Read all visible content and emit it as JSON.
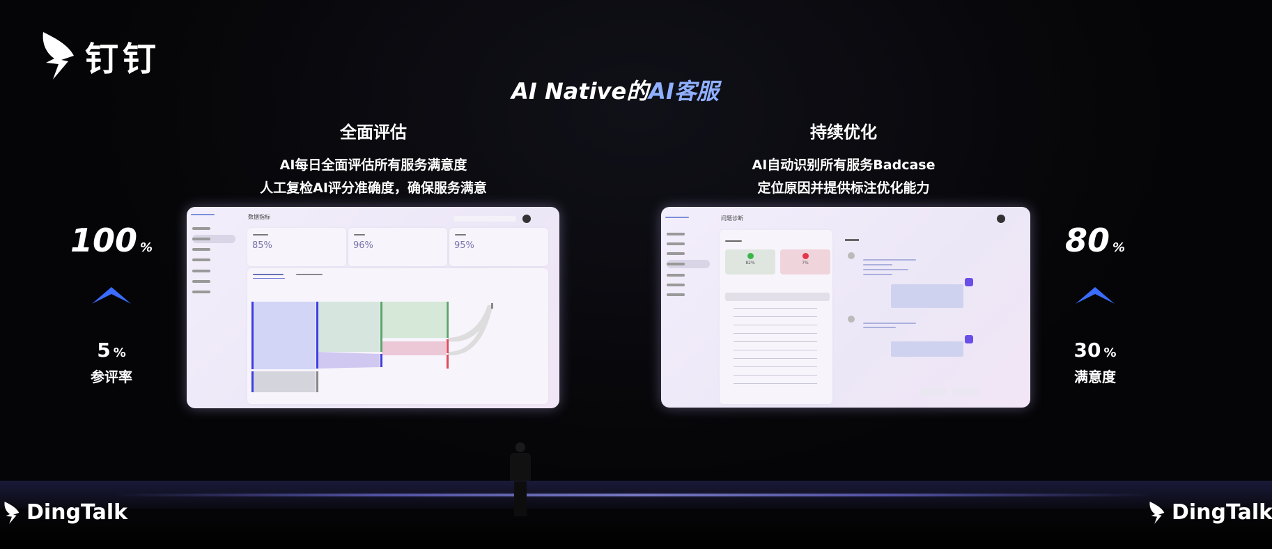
{
  "brand": {
    "logo_text": "钉钉",
    "footer_logo": "DingTalk"
  },
  "title": {
    "part1": "AI Native的",
    "part2": "AI客服"
  },
  "left_section": {
    "heading": "全面评估",
    "lines": [
      "AI每日全面评估所有服务满意度",
      "人工复检AI评分准确度，确保服务满意"
    ]
  },
  "right_section": {
    "heading": "持续优化",
    "lines": [
      "AI自动识别所有服务Badcase",
      "定位原因并提供标注优化能力"
    ]
  },
  "left_stats": {
    "from_value": "5",
    "to_value": "100",
    "unit": "%",
    "label": "参评率",
    "arrow_icon": "chevron-up-icon"
  },
  "right_stats": {
    "from_value": "30",
    "to_value": "80",
    "unit": "%",
    "label": "满意度",
    "arrow_icon": "chevron-up-icon"
  },
  "left_screen": {
    "page_title": "数据指标",
    "metrics": [
      {
        "value": "85%"
      },
      {
        "value": "96%"
      },
      {
        "value": "95%"
      }
    ]
  },
  "right_screen": {
    "page_title": "问题诊断",
    "stats": [
      {
        "value": "82%",
        "color": "#3bb54a"
      },
      {
        "value": "7%",
        "color": "#e5364b"
      }
    ]
  },
  "colors": {
    "accent": "#8fb0ff",
    "chevron": "#3a6cff"
  }
}
